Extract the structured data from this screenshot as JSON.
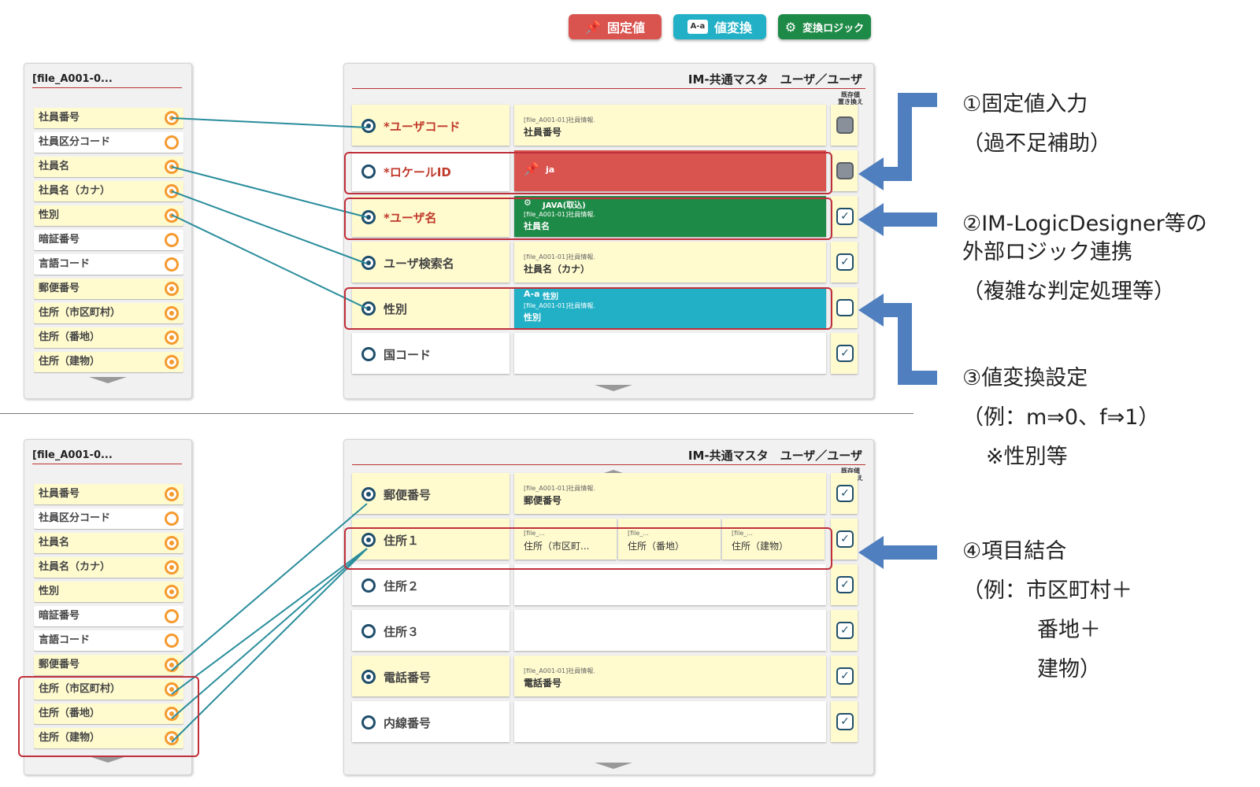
{
  "toolbar": {
    "fixed_label": "固定値",
    "convert_label": "値変換",
    "logic_label": "変換ロジック",
    "convert_icon_text": "A-a",
    "colors": {
      "fixed": "#d9534f",
      "convert": "#21b0c6",
      "logic": "#1e8a47"
    }
  },
  "top": {
    "left_title": "[file_A001-0...",
    "left_items": [
      {
        "label": "社員番号",
        "filled": true,
        "bg": "yellow"
      },
      {
        "label": "社員区分コード",
        "filled": false,
        "bg": "white"
      },
      {
        "label": "社員名",
        "filled": true,
        "bg": "yellow"
      },
      {
        "label": "社員名（カナ）",
        "filled": true,
        "bg": "yellow"
      },
      {
        "label": "性別",
        "filled": true,
        "bg": "yellow"
      },
      {
        "label": "暗証番号",
        "filled": false,
        "bg": "white"
      },
      {
        "label": "言語コード",
        "filled": false,
        "bg": "white"
      },
      {
        "label": "郵便番号",
        "filled": true,
        "bg": "yellow"
      },
      {
        "label": "住所（市区町村）",
        "filled": true,
        "bg": "yellow"
      },
      {
        "label": "住所（番地）",
        "filled": true,
        "bg": "yellow"
      },
      {
        "label": "住所（建物）",
        "filled": true,
        "bg": "yellow"
      }
    ],
    "right_title": "IM-共通マスタ　ユーザ／ユーザ",
    "overwrite_header": "既存値\n置き換え",
    "fields": [
      {
        "label": "*ユーザコード",
        "required": true,
        "mapped": true,
        "src_file": "[file_A001-01]社員情報.",
        "src_name": "社員番号",
        "checked": "gray"
      },
      {
        "label": "*ロケールID",
        "required": true,
        "mapped": false,
        "fixed_value": "ja",
        "checked": "gray"
      },
      {
        "label": "*ユーザ名",
        "required": true,
        "mapped": true,
        "logic": "JAVA(取込)",
        "src_file": "[file_A001-01]社員情報.",
        "src_name": "社員名",
        "checked": "yes"
      },
      {
        "label": "ユーザ検索名",
        "required": false,
        "mapped": true,
        "src_file": "[file_A001-01]社員情報.",
        "src_name": "社員名（カナ）",
        "checked": "yes"
      },
      {
        "label": "性別",
        "required": false,
        "mapped": true,
        "convert": "性別",
        "src_file": "[file_A001-01]社員情報.",
        "src_name": "性別",
        "checked": "no"
      },
      {
        "label": "国コード",
        "required": false,
        "mapped": false,
        "checked": "yes"
      }
    ]
  },
  "bottom": {
    "left_title": "[file_A001-0...",
    "left_items": [
      {
        "label": "社員番号",
        "filled": true,
        "bg": "yellow"
      },
      {
        "label": "社員区分コード",
        "filled": false,
        "bg": "white"
      },
      {
        "label": "社員名",
        "filled": true,
        "bg": "yellow"
      },
      {
        "label": "社員名（カナ）",
        "filled": true,
        "bg": "yellow"
      },
      {
        "label": "性別",
        "filled": true,
        "bg": "yellow"
      },
      {
        "label": "暗証番号",
        "filled": false,
        "bg": "white"
      },
      {
        "label": "言語コード",
        "filled": false,
        "bg": "white"
      },
      {
        "label": "郵便番号",
        "filled": true,
        "bg": "yellow"
      },
      {
        "label": "住所（市区町村）",
        "filled": true,
        "bg": "yellow"
      },
      {
        "label": "住所（番地）",
        "filled": true,
        "bg": "yellow"
      },
      {
        "label": "住所（建物）",
        "filled": true,
        "bg": "yellow"
      }
    ],
    "right_title": "IM-共通マスタ　ユーザ／ユーザ",
    "overwrite_header": "既存値\n置き換え",
    "fields": [
      {
        "label": "郵便番号",
        "mapped": true,
        "src_file": "[file_A001-01]社員情報.",
        "src_name": "郵便番号"
      },
      {
        "label": "住所１",
        "mapped": true,
        "parts": [
          {
            "file": "[file_...",
            "name": "住所（市区町..."
          },
          {
            "file": "[file_...",
            "name": "住所（番地）"
          },
          {
            "file": "[file_...",
            "name": "住所（建物）"
          }
        ]
      },
      {
        "label": "住所２",
        "mapped": false
      },
      {
        "label": "住所３",
        "mapped": false
      },
      {
        "label": "電話番号",
        "mapped": true,
        "src_file": "[file_A001-01]社員情報.",
        "src_name": "電話番号"
      },
      {
        "label": "内線番号",
        "mapped": false
      }
    ]
  },
  "annotations": {
    "a1_line1": "①固定値入力",
    "a1_line2": "（過不足補助）",
    "a2_line1": "②IM-LogicDesigner等の",
    "a2_line2": "外部ロジック連携",
    "a2_line3": "（複雑な判定処理等）",
    "a3_line1": "③値変換設定",
    "a3_line2": "（例：m⇒0、f⇒1）",
    "a3_line3": "※性別等",
    "a4_line1": "④項目結合",
    "a4_line2": "（例：市区町村＋",
    "a4_line3": "番地＋",
    "a4_line4": "建物）"
  },
  "colors": {
    "mapping_line": "#2a8d9c",
    "arrow": "#4f7fbe",
    "highlight_border": "#c0303a",
    "ring": "#f59a2e",
    "row_yellow": "#fffbcf"
  }
}
